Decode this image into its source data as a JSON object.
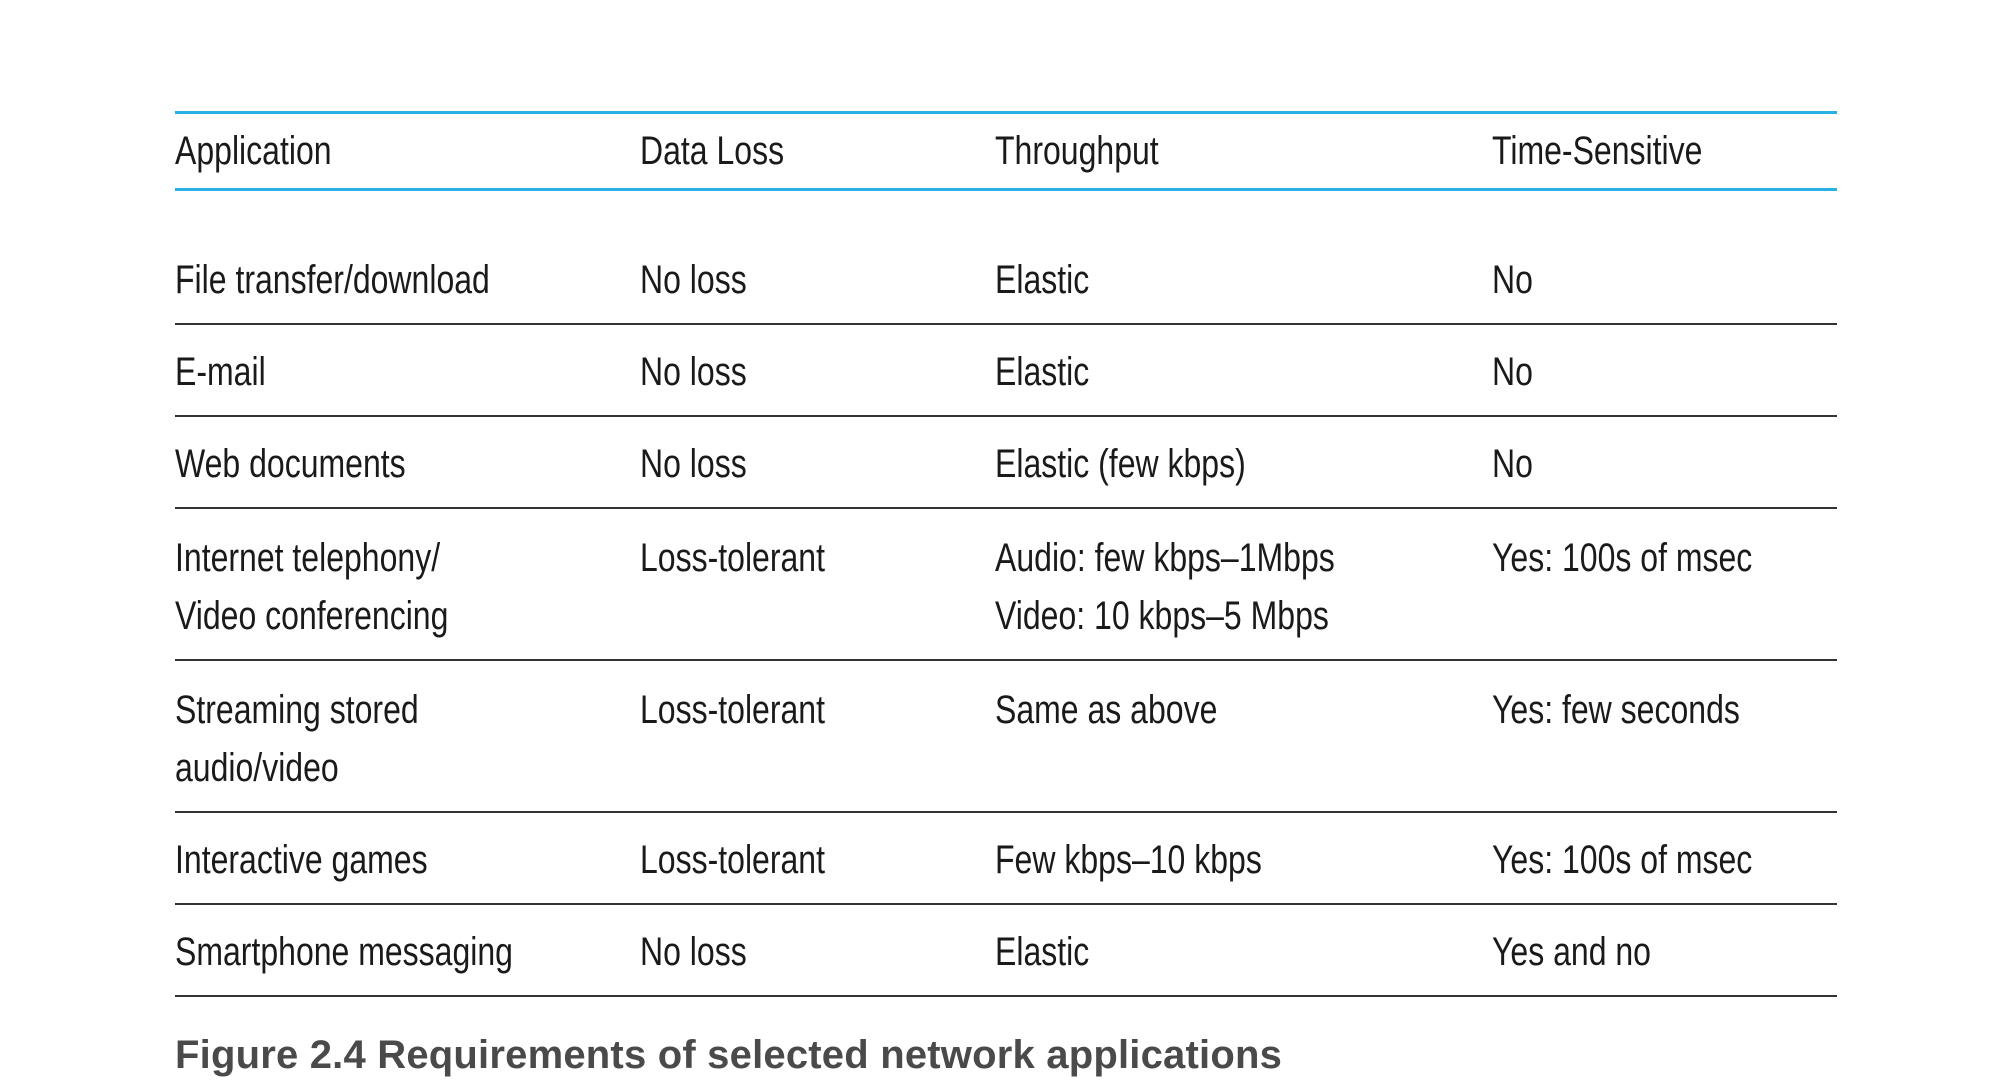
{
  "table": {
    "headers": [
      "Application",
      "Data Loss",
      "Throughput",
      "Time-Sensitive"
    ],
    "rows": [
      {
        "application": [
          "File transfer/download"
        ],
        "data_loss": [
          "No loss"
        ],
        "throughput": [
          "Elastic"
        ],
        "time_sensitive": [
          "No"
        ]
      },
      {
        "application": [
          "E-mail"
        ],
        "data_loss": [
          "No loss"
        ],
        "throughput": [
          "Elastic"
        ],
        "time_sensitive": [
          "No"
        ]
      },
      {
        "application": [
          "Web documents"
        ],
        "data_loss": [
          "No loss"
        ],
        "throughput": [
          "Elastic (few kbps)"
        ],
        "time_sensitive": [
          "No"
        ]
      },
      {
        "application": [
          "Internet telephony/",
          "Video conferencing"
        ],
        "data_loss": [
          "Loss-tolerant"
        ],
        "throughput": [
          "Audio: few kbps–1Mbps",
          "Video: 10 kbps–5 Mbps"
        ],
        "time_sensitive": [
          "Yes: 100s of msec"
        ]
      },
      {
        "application": [
          "Streaming stored",
          "audio/video"
        ],
        "data_loss": [
          "Loss-tolerant"
        ],
        "throughput": [
          "Same as above"
        ],
        "time_sensitive": [
          "Yes: few seconds"
        ]
      },
      {
        "application": [
          "Interactive games"
        ],
        "data_loss": [
          "Loss-tolerant"
        ],
        "throughput": [
          "Few kbps–10 kbps"
        ],
        "time_sensitive": [
          "Yes: 100s of msec"
        ]
      },
      {
        "application": [
          "Smartphone messaging"
        ],
        "data_loss": [
          "No loss"
        ],
        "throughput": [
          "Elastic"
        ],
        "time_sensitive": [
          "Yes and no"
        ]
      }
    ]
  },
  "caption": "Figure 2.4 Requirements of selected network applications",
  "colors": {
    "header_rule": "#27b2e3",
    "row_rule": "#333333",
    "text": "#1a1a1a",
    "caption": "#4a4a4a"
  }
}
